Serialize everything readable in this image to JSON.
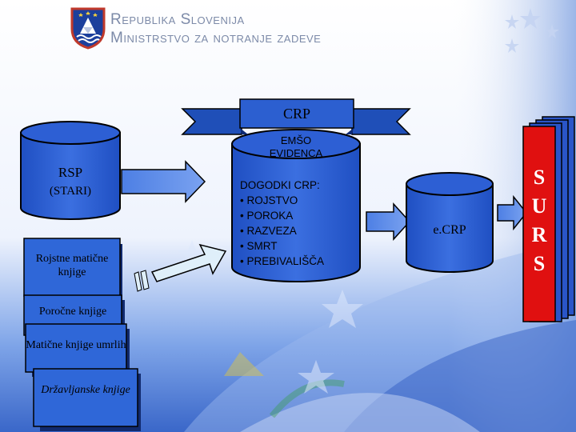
{
  "header": {
    "line1": "Republika Slovenija",
    "line2": "Ministrstvo za notranje zadeve"
  },
  "colors": {
    "background": "#ffffff",
    "blue_gradient_dark": "#1a3d9a",
    "blue_gradient_light": "#5f8fdd",
    "cylinder_blue": "#2a5cd0",
    "doc_blue": "#2f67d8",
    "banner_blue": "#1f4fb8",
    "arrow_blue": "#4d7fe4",
    "surs_red": "#e01010",
    "stars": "#f5f5ff",
    "accent_gold": "#d6c24c",
    "accent_green": "#2e9e3a"
  },
  "diagram": {
    "rsp": {
      "title": "RSP",
      "subtitle": "(STARI)"
    },
    "crp": {
      "banner": "CRP",
      "section": "EMŠO EVIDENCA",
      "events_title": "DOGODKI CRP:",
      "events": [
        "• ROJSTVO",
        "• POROKA",
        "• RAZVEZA",
        "• SMRT",
        "• PREBIVALIŠČA"
      ]
    },
    "ecrp": {
      "label": "e.CRP"
    },
    "surs": {
      "letters": [
        "S",
        "U",
        "R",
        "S"
      ]
    },
    "books": [
      {
        "label": "Rojstne matične knjige"
      },
      {
        "label": "Poročne knjige"
      },
      {
        "label": "Matične knjige umrlih"
      },
      {
        "label": "Državljanske knjige"
      }
    ]
  }
}
